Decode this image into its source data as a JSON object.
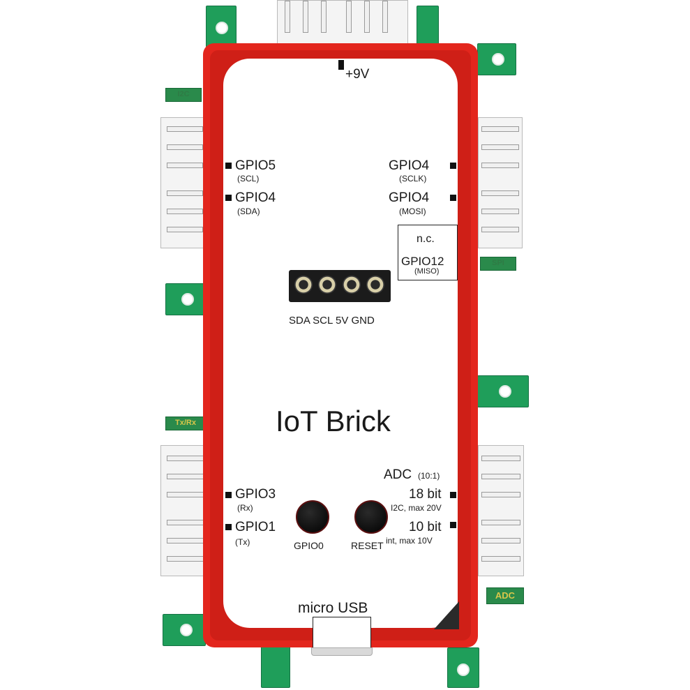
{
  "title": "IoT Brick",
  "power_label": "+9V",
  "left_pins": [
    {
      "name": "GPIO5",
      "sub": "(SCL)"
    },
    {
      "name": "GPIO4",
      "sub": "(SDA)"
    },
    {
      "name": "GPIO3",
      "sub": "(Rx)"
    },
    {
      "name": "GPIO1",
      "sub": "(Tx)"
    }
  ],
  "right_pins": [
    {
      "name": "GPIO4",
      "sub": "(SCLK)"
    },
    {
      "name": "GPIO4",
      "sub": "(MOSI)"
    }
  ],
  "nc_box": {
    "line1": "n.c.",
    "line2": "GPIO12",
    "line3": "(MISO)"
  },
  "header_label": "SDA SCL 5V GND",
  "adc": {
    "title": "ADC",
    "ratio": "(10:1)",
    "ch1_name": "18 bit",
    "ch1_sub": "I2C, max 20V",
    "ch2_name": "10 bit",
    "ch2_sub": "int, max 10V"
  },
  "buttons": {
    "left": "GPIO0",
    "right": "RESET"
  },
  "usb_label": "micro USB",
  "connector_labels": {
    "spi": "SPI",
    "txrx": "Tx/Rx",
    "adc": "ADC",
    "i2c": "I2C"
  },
  "colors": {
    "board": "#e3261d",
    "tab": "#1f9e5a",
    "panel": "#ffffff"
  }
}
